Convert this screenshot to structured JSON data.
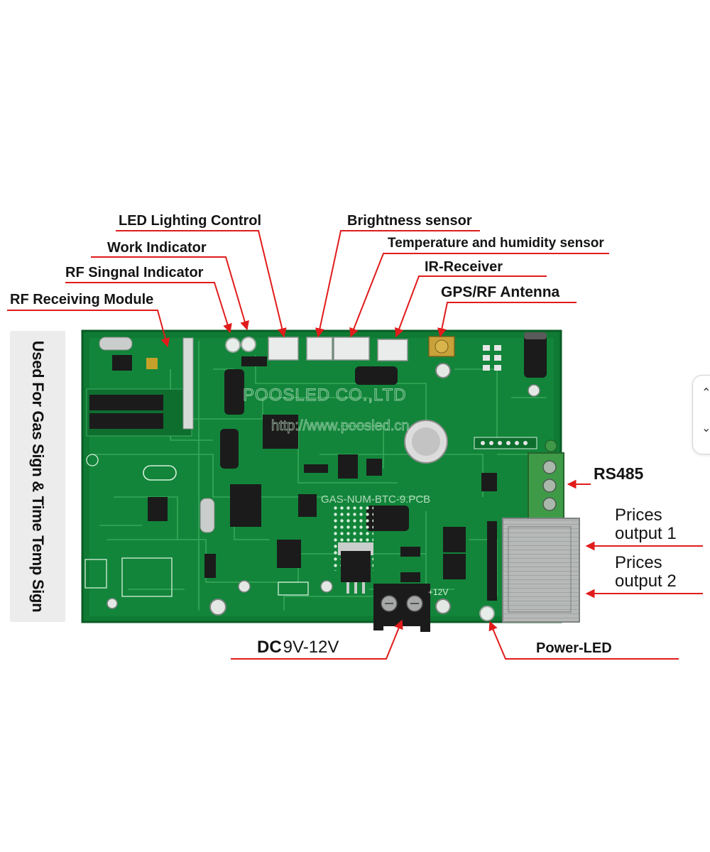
{
  "side_banner": {
    "text": "Used For Gas Sign & Time Temp Sign"
  },
  "board": {
    "silkscreen_company": "POOSLED CO.,LTD",
    "silkscreen_url": "http://www.poosled.cn",
    "silkscreen_pcb": "GAS-NUM-BTC-9.PCB",
    "silkscreen_voltage": "+12V"
  },
  "labels": {
    "rf_receiving_module": "RF Receiving Module",
    "rf_signal_indicator": "RF Singnal Indicator",
    "work_indicator": "Work Indicator",
    "led_lighting_control": "LED Lighting Control",
    "brightness_sensor": "Brightness sensor",
    "temperature_humidity_sensor": "Temperature and humidity sensor",
    "ir_receiver": "IR-Receiver",
    "gps_rf_antenna": "GPS/RF Antenna",
    "rs485": "RS485",
    "prices_output_1_line1": "Prices",
    "prices_output_1_line2": "output 1",
    "prices_output_2_line1": "Prices",
    "prices_output_2_line2": "output 2",
    "dc_prefix": "DC",
    "dc_range": "9V-12V",
    "power_led": "Power-LED"
  },
  "colors": {
    "annotation_red": "#e11b1b",
    "pcb_green": "#0f7a33",
    "pcb_green_dark": "#0a5c26",
    "trace_green": "#3fae5f",
    "chip_black": "#1b1b1b",
    "connector_white": "#e9ecea",
    "terminal_green": "#3f9a48",
    "rj45_grey": "#b6b9b8"
  },
  "icons": {
    "scroll_up": "chevron-up-icon",
    "scroll_down": "chevron-down-icon"
  }
}
